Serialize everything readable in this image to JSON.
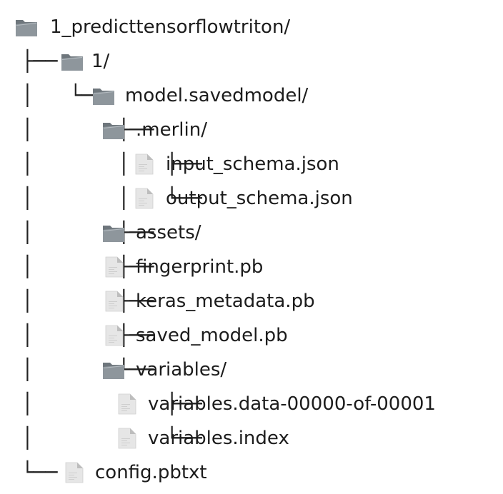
{
  "tree": [
    {
      "depth": 0,
      "prefix": "",
      "type": "folder",
      "name": "1_predicttensorflowtriton/"
    },
    {
      "depth": 1,
      "prefix": "├──",
      "type": "folder",
      "name": "1/"
    },
    {
      "depth": 2,
      "prefix": "│   └──",
      "type": "folder",
      "name": "model.savedmodel/"
    },
    {
      "depth": 3,
      "prefix": "│       ├──",
      "type": "folder",
      "name": ".merlin/"
    },
    {
      "depth": 4,
      "prefix": "│       │   ├──",
      "type": "file",
      "name": "input_schema.json"
    },
    {
      "depth": 4,
      "prefix": "│       │   └──",
      "type": "file",
      "name": "output_schema.json"
    },
    {
      "depth": 3,
      "prefix": "│       ├──",
      "type": "folder",
      "name": "assets/"
    },
    {
      "depth": 3,
      "prefix": "│       ├──",
      "type": "file",
      "name": "fingerprint.pb"
    },
    {
      "depth": 3,
      "prefix": "│       ├──",
      "type": "file",
      "name": "keras_metadata.pb"
    },
    {
      "depth": 3,
      "prefix": "│       ├──",
      "type": "file",
      "name": "saved_model.pb"
    },
    {
      "depth": 3,
      "prefix": "│       └──",
      "type": "folder",
      "name": "variables/"
    },
    {
      "depth": 4,
      "prefix": "│           ├──",
      "type": "file",
      "name": "variables.data-00000-of-00001"
    },
    {
      "depth": 4,
      "prefix": "│           └──",
      "type": "file",
      "name": "variables.index"
    },
    {
      "depth": 1,
      "prefix": "└──",
      "type": "file",
      "name": "config.pbtxt"
    }
  ],
  "icons": {
    "folder": "folder-icon",
    "file": "file-icon"
  },
  "colors": {
    "folder_front": "#8e969c",
    "folder_back": "#6e767c",
    "file_body": "#e6e6e6",
    "file_fold": "#bdbdbd",
    "guide": "#222222",
    "text": "#1c1c1c"
  }
}
